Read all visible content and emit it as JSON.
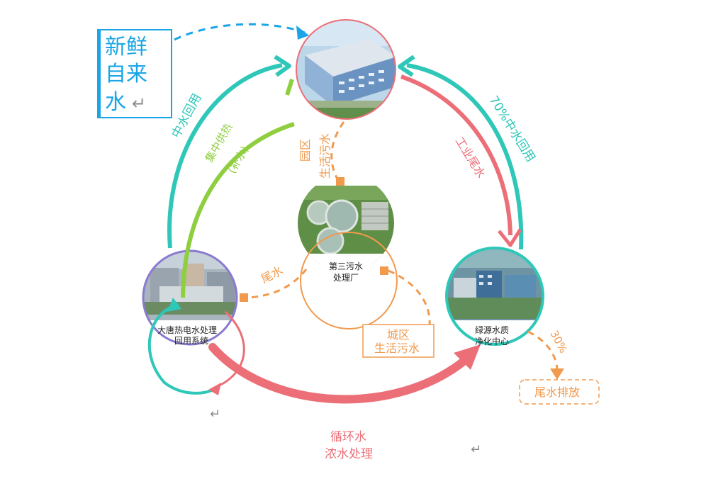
{
  "colors": {
    "teal": "#2ec7b8",
    "red": "#ec6f78",
    "green": "#8fce3f",
    "orange": "#f19a4e",
    "blue": "#1aa5e6",
    "purple": "#8a7ad0",
    "gray": "#8a8a8a"
  },
  "fresh_water": {
    "line1": "新鲜",
    "line2": "自来",
    "line3": "水"
  },
  "return_mark": "↵",
  "nodes": {
    "plant3": {
      "line1": "第三污水",
      "line2": "处理厂"
    },
    "datang": {
      "line1": "大唐热电水处理",
      "line2": "回用系统"
    },
    "lvyuan": {
      "line1": "绿源水质",
      "line2": "净化中心"
    }
  },
  "flows": {
    "reclaimed_reuse": "中水回用",
    "reclaimed_70": "70%中水回用",
    "industrial_tail": "工业尾水",
    "centralized_supply_1": "集中供热",
    "centralized_supply_2": "(补水)",
    "park_sewage_1": "园区",
    "park_sewage_2": "生活污水",
    "tail_water": "尾水",
    "city_sewage_1": "城区",
    "city_sewage_2": "生活污水",
    "thirty_percent": "30%",
    "discharge": "尾水排放",
    "circulation_1": "循环水",
    "circulation_2": "浓水处理"
  }
}
